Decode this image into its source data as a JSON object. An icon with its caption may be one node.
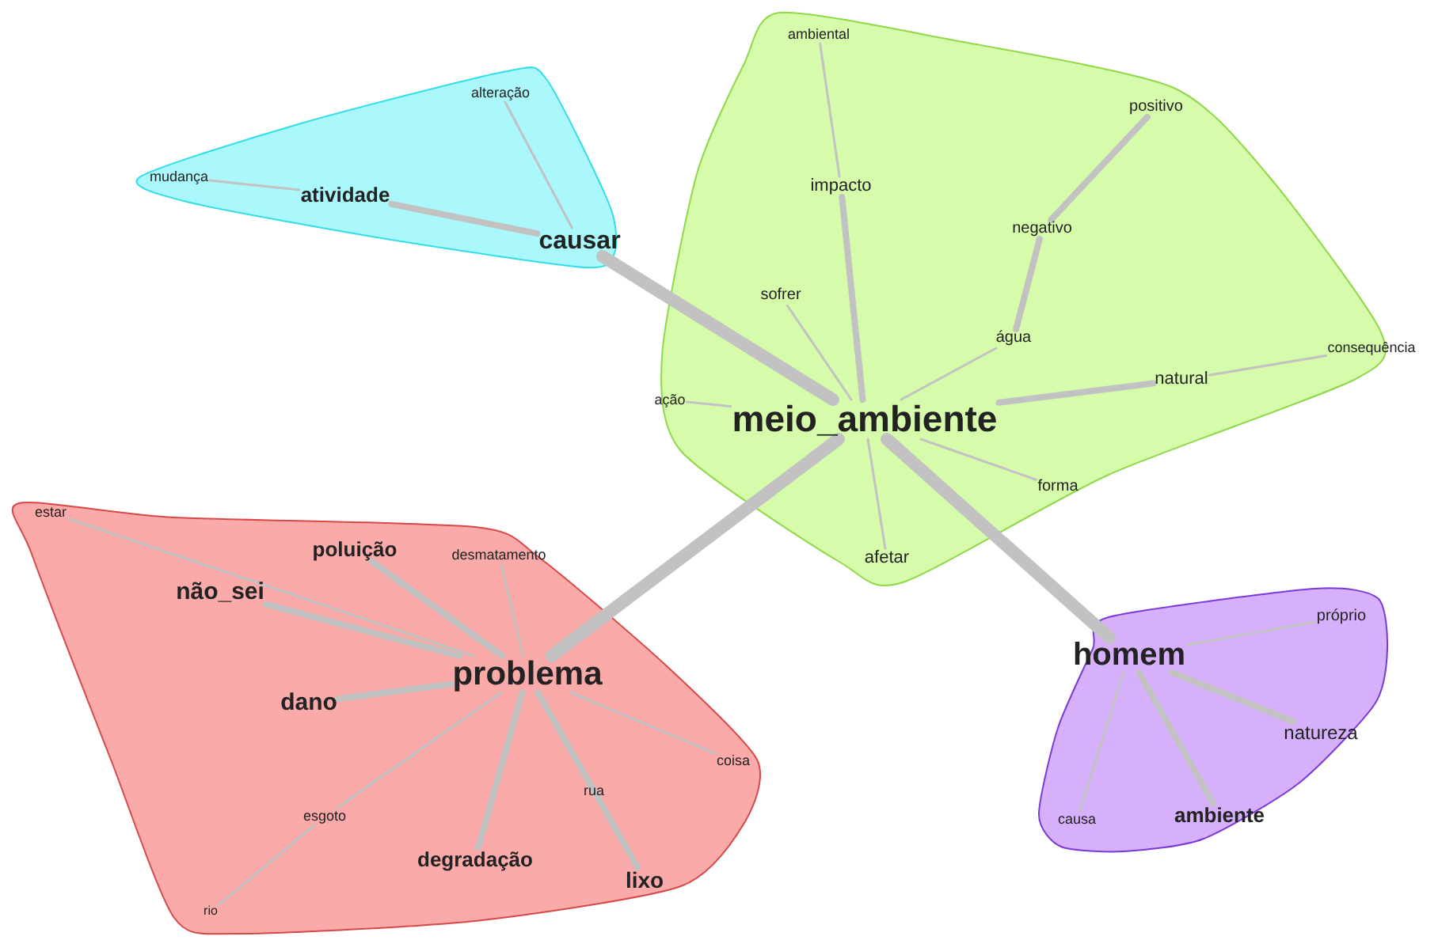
{
  "diagram": {
    "nodes": [
      {
        "text": [],
        "shape": "blob"
      },
      {
        "text": [],
        "shape": "blob"
      },
      {
        "text": [],
        "shape": "blob"
      },
      {
        "text": [],
        "shape": "blob"
      },
      {
        "text": [
          "alteração"
        ],
        "in": 0
      },
      {
        "text": [
          "mudança"
        ],
        "in": 0
      },
      {
        "text": [
          "atividade"
        ],
        "in": 0
      },
      {
        "text": [
          "causar"
        ],
        "in": 0
      },
      {
        "text": [
          "ambiental"
        ],
        "in": 1
      },
      {
        "text": [
          "positivo"
        ],
        "in": 1
      },
      {
        "text": [
          "impacto"
        ],
        "in": 1
      },
      {
        "text": [
          "negativo"
        ],
        "in": 1
      },
      {
        "text": [
          "sofrer"
        ],
        "in": 1
      },
      {
        "text": [
          "água"
        ],
        "in": 1
      },
      {
        "text": [
          "consequência"
        ],
        "in": 1
      },
      {
        "text": [
          "natural"
        ],
        "in": 1
      },
      {
        "text": [
          "ação"
        ],
        "in": 1
      },
      {
        "text": [
          "meio_ambiente"
        ],
        "in": 1
      },
      {
        "text": [
          "forma"
        ],
        "in": 1
      },
      {
        "text": [
          "afetar"
        ],
        "in": 1
      },
      {
        "text": [
          "estar"
        ],
        "in": 2
      },
      {
        "text": [
          "poluição"
        ],
        "in": 2
      },
      {
        "text": [
          "desmatamento"
        ],
        "in": 2
      },
      {
        "text": [
          "não_sei"
        ],
        "in": 2
      },
      {
        "text": [
          "problema"
        ],
        "in": 2
      },
      {
        "text": [
          "dano"
        ],
        "in": 2
      },
      {
        "text": [
          "coisa"
        ],
        "in": 2
      },
      {
        "text": [
          "rua"
        ],
        "in": 2
      },
      {
        "text": [
          "esgoto"
        ],
        "in": 2
      },
      {
        "text": [
          "degradação"
        ],
        "in": 2
      },
      {
        "text": [
          "lixo"
        ],
        "in": 2
      },
      {
        "text": [
          "rio"
        ],
        "in": 2
      },
      {
        "text": [
          "próprio"
        ],
        "in": 3
      },
      {
        "text": [
          "homem"
        ],
        "in": 3
      },
      {
        "text": [
          "natureza"
        ],
        "in": 3
      },
      {
        "text": [
          "causa"
        ],
        "in": 3
      },
      {
        "text": [
          "ambiente"
        ],
        "in": 3
      }
    ],
    "edges": [
      {
        "from": 7,
        "to": 6,
        "arrow": "none",
        "style": "thick"
      },
      {
        "from": 6,
        "to": 5,
        "arrow": "none"
      },
      {
        "from": 7,
        "to": 4,
        "arrow": "none"
      },
      {
        "from": 7,
        "to": 17,
        "arrow": "none",
        "style": "thick"
      },
      {
        "from": 17,
        "to": 12,
        "arrow": "none"
      },
      {
        "from": 17,
        "to": 10,
        "arrow": "none",
        "style": "thick"
      },
      {
        "from": 10,
        "to": 8,
        "arrow": "none"
      },
      {
        "from": 17,
        "to": 13,
        "arrow": "none"
      },
      {
        "from": 13,
        "to": 11,
        "arrow": "none",
        "style": "thick"
      },
      {
        "from": 11,
        "to": 9,
        "arrow": "none",
        "style": "thick"
      },
      {
        "from": 17,
        "to": 15,
        "arrow": "none",
        "style": "thick"
      },
      {
        "from": 15,
        "to": 14,
        "arrow": "none"
      },
      {
        "from": 17,
        "to": 16,
        "arrow": "none"
      },
      {
        "from": 17,
        "to": 18,
        "arrow": "none"
      },
      {
        "from": 17,
        "to": 19,
        "arrow": "none"
      },
      {
        "from": 17,
        "to": 33,
        "arrow": "none",
        "style": "thick"
      },
      {
        "from": 17,
        "to": 24,
        "arrow": "none",
        "style": "thick"
      },
      {
        "from": 24,
        "to": 21,
        "arrow": "none",
        "style": "thick"
      },
      {
        "from": 24,
        "to": 22,
        "arrow": "none"
      },
      {
        "from": 24,
        "to": 23,
        "arrow": "none",
        "style": "thick"
      },
      {
        "from": 24,
        "to": 20,
        "arrow": "none"
      },
      {
        "from": 24,
        "to": 25,
        "arrow": "none",
        "style": "thick"
      },
      {
        "from": 24,
        "to": 28,
        "arrow": "none"
      },
      {
        "from": 28,
        "to": 31,
        "arrow": "none"
      },
      {
        "from": 24,
        "to": 29,
        "arrow": "none",
        "style": "thick"
      },
      {
        "from": 24,
        "to": 30,
        "arrow": "none",
        "style": "thick"
      },
      {
        "from": 24,
        "to": 27,
        "arrow": "none"
      },
      {
        "from": 24,
        "to": 26,
        "arrow": "none"
      },
      {
        "from": 33,
        "to": 32,
        "arrow": "none"
      },
      {
        "from": 33,
        "to": 34,
        "arrow": "none",
        "style": "thick"
      },
      {
        "from": 33,
        "to": 36,
        "arrow": "none",
        "style": "thick"
      },
      {
        "from": 33,
        "to": 35,
        "arrow": "none"
      }
    ]
  }
}
